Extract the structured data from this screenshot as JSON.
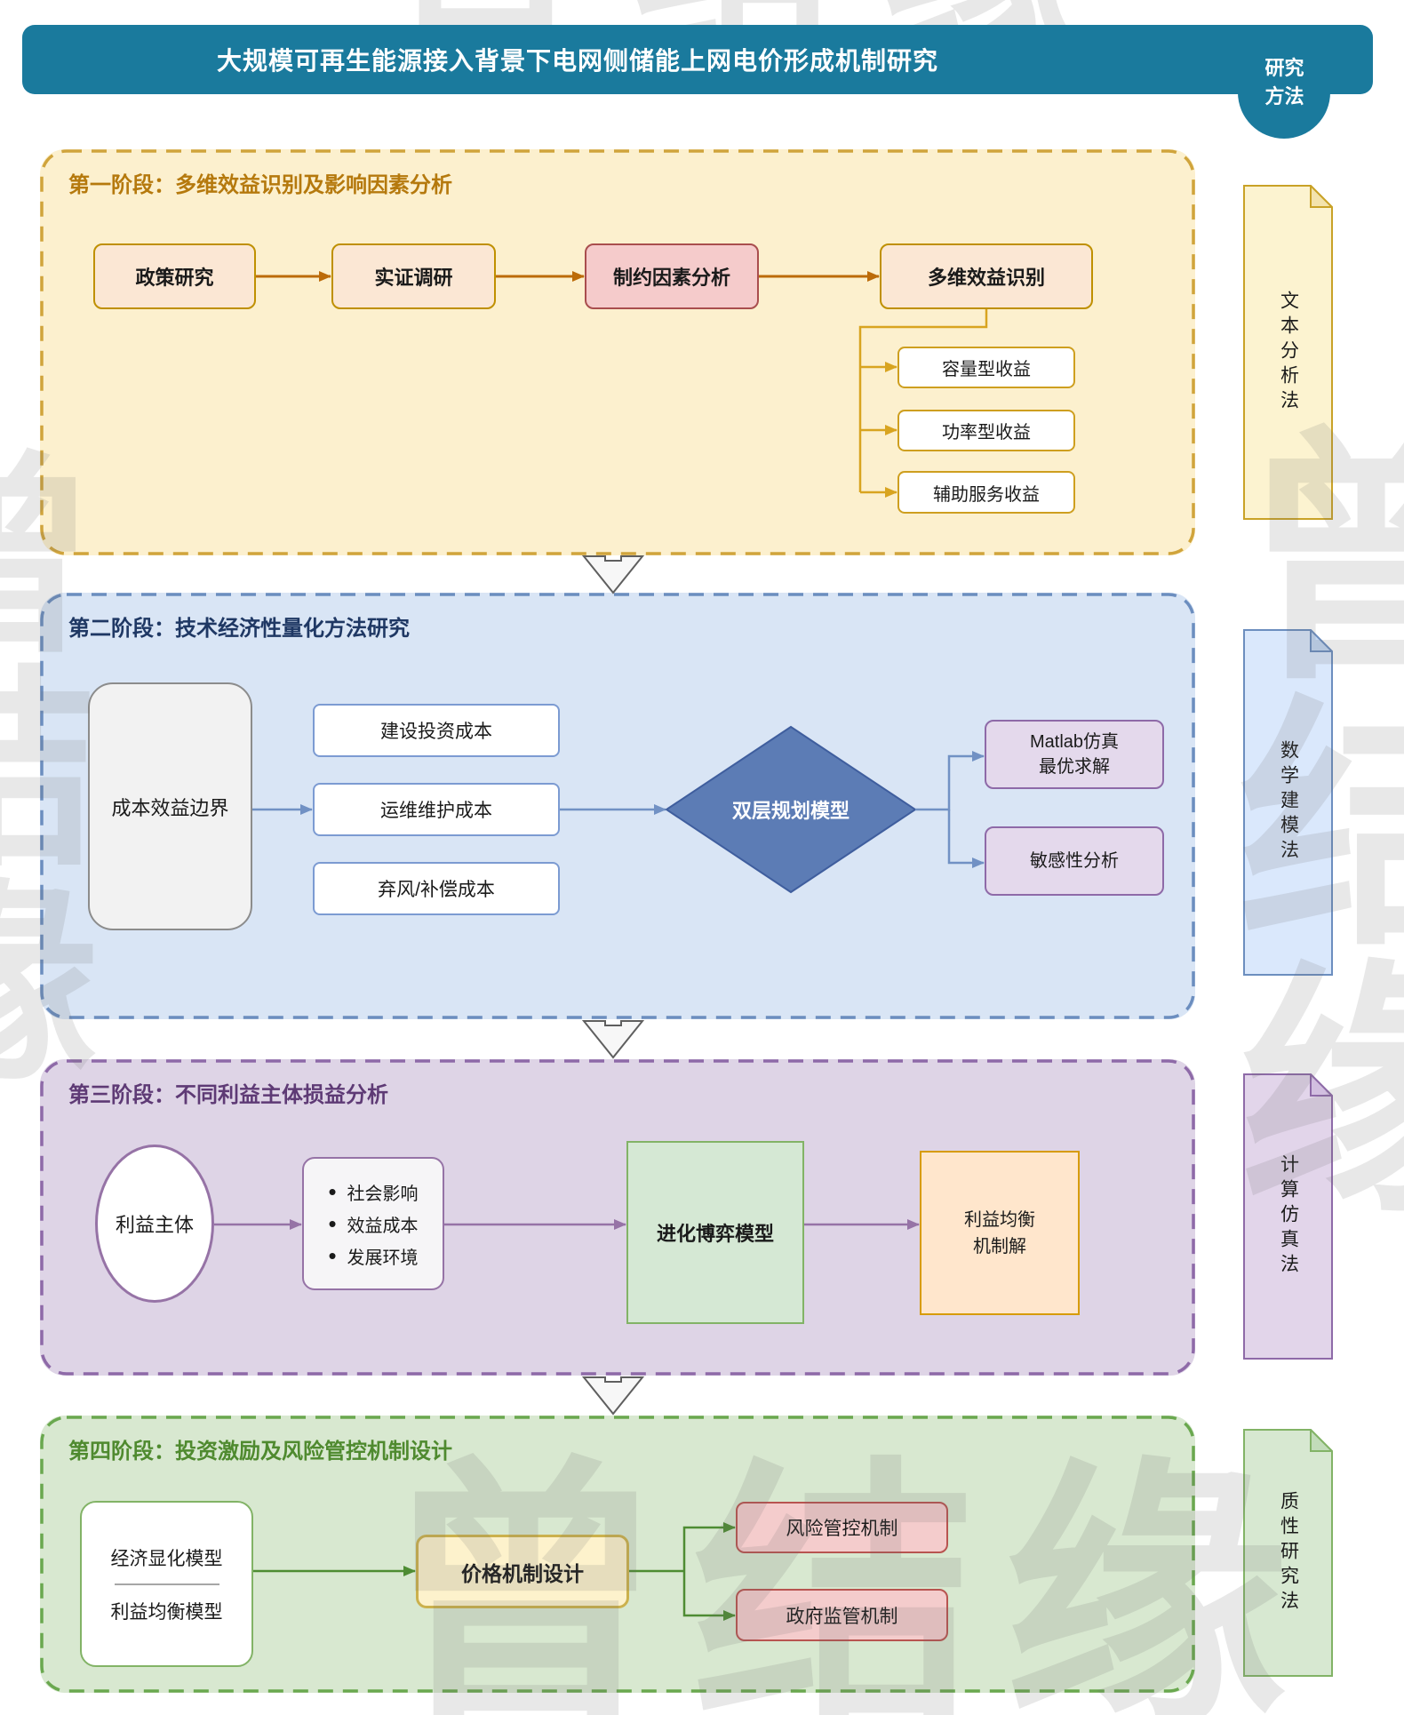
{
  "watermark": "曾结缘",
  "header": {
    "title": "大规模可再生能源接入背景下电网侧储能上网电价形成机制研究",
    "side_label": "研究\n方法"
  },
  "stages": [
    {
      "title": "第一阶段：多维效益识别及影响因素分析",
      "flow": [
        "政策研究",
        "实证调研",
        "制约因素分析",
        "多维效益识别"
      ],
      "benefits": [
        "容量型收益",
        "功率型收益",
        "辅助服务收益"
      ]
    },
    {
      "title": "第二阶段：技术经济性量化方法研究",
      "source": "成本效益边界",
      "costs": [
        "建设投资成本",
        "运维维护成本",
        "弃风/补偿成本"
      ],
      "decision": "双层规划模型",
      "outputs": [
        "Matlab仿真\n最优求解",
        "敏感性分析"
      ]
    },
    {
      "title": "第三阶段：不同利益主体损益分析",
      "subject": "利益主体",
      "factors": [
        "社会影响",
        "效益成本",
        "发展环境"
      ],
      "model": "进化博弈模型",
      "result": "利益均衡\n机制解"
    },
    {
      "title": "第四阶段：投资激励及风险管控机制设计",
      "models": [
        "经济显化模型",
        "利益均衡模型"
      ],
      "design": "价格机制设计",
      "mechanisms": [
        "风险管控机制",
        "政府监管机制"
      ]
    }
  ],
  "methods": [
    "文本分析法",
    "数学建模法",
    "计算仿真法",
    "质性研究法"
  ],
  "colors": {
    "header_teal": "#1A7A9D",
    "stage1_bg": "#FCF0CE",
    "stage1_border": "#D0A43C",
    "stage2_bg": "#D9E5F5",
    "stage2_border": "#6C8EBF",
    "stage3_bg": "#DED4E6",
    "stage3_border": "#8E6AA8",
    "stage4_bg": "#D8E8D0",
    "stage4_border": "#6AA84F",
    "diamond_fill": "#5C7CB5",
    "arrow_stage1": "#BC6B09",
    "arrow_stage2": "#7191C4",
    "arrow_stage3": "#9673A6",
    "arrow_stage4": "#4E8C33"
  }
}
